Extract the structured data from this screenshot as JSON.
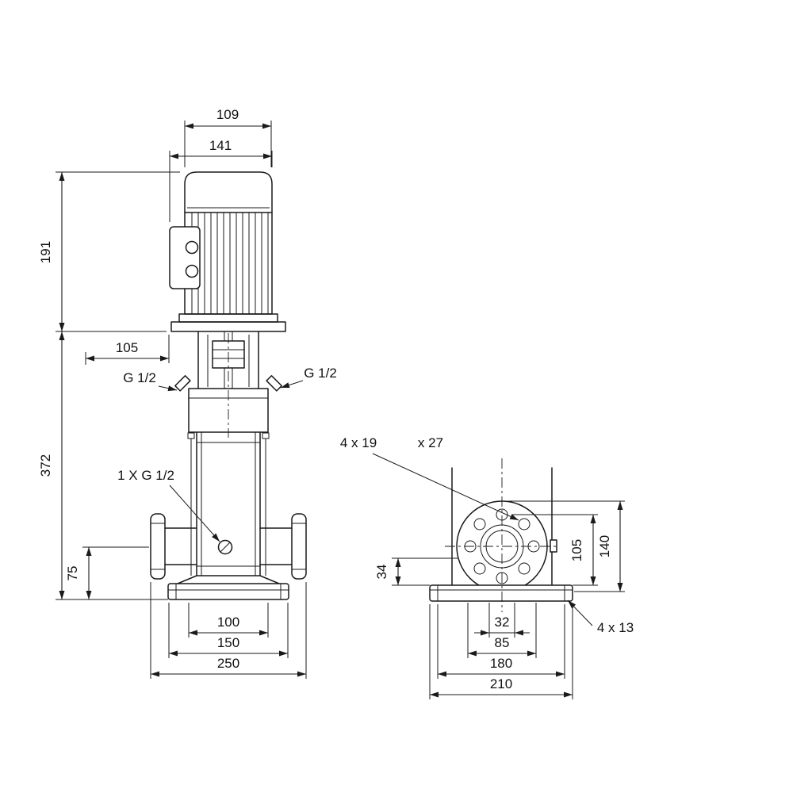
{
  "front_view": {
    "motor_top_width": "109",
    "motor_width": "141",
    "motor_height": "191",
    "head_clearance": "105",
    "pump_height": "372",
    "port_height": "75",
    "plug_left": "G 1/2",
    "plug_right": "G 1/2",
    "drain_plug": "1 X G 1/2",
    "port_width": "100",
    "base_width": "150",
    "flange_width": "250"
  },
  "side_view": {
    "flange_hole_note": "4 x 19",
    "flange_hole_depth": "x 27",
    "base_edge_height": "34",
    "flange_center_height": "105",
    "flange_od": "140",
    "bore_width": "32",
    "bolt_circle_width": "85",
    "base_inner_width": "180",
    "base_width": "210",
    "base_hole_note": "4 x 13"
  },
  "colors": {
    "line": "#1a1a1a",
    "background": "#ffffff"
  }
}
